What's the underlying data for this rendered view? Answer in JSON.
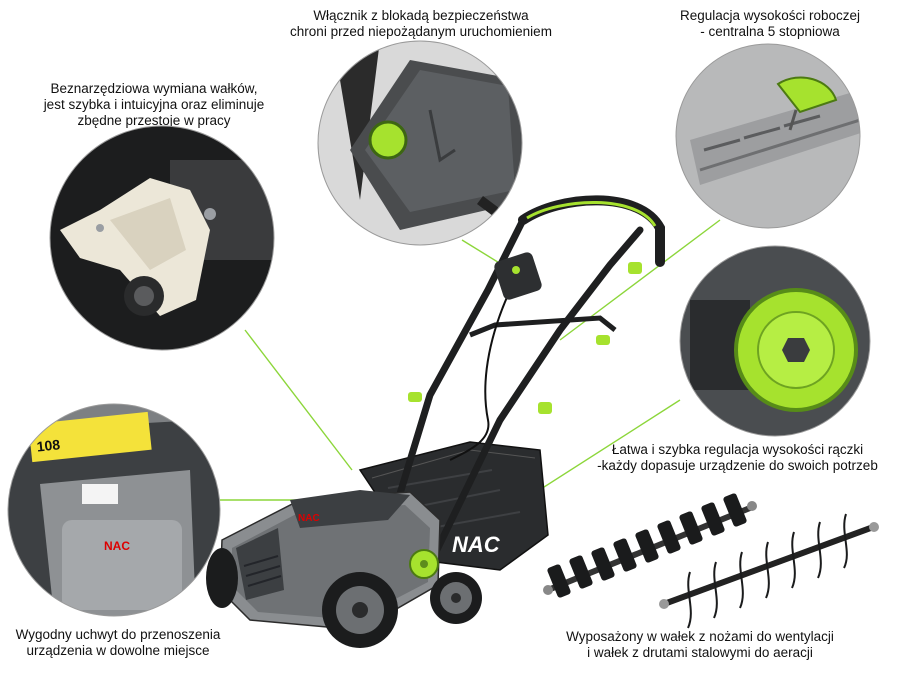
{
  "captions": {
    "switch": {
      "line1": "Włącznik z blokadą bezpieczeństwa",
      "line2": "chroni przed niepożądanym uruchomieniem"
    },
    "height_adjust": {
      "line1": "Regulacja wysokości roboczej",
      "line2": "- centralna 5 stopniowa"
    },
    "roller_change": {
      "line1": "Beznarzędziowa wymiana wałków,",
      "line2": "jest szybka i intuicyjna oraz eliminuje",
      "line3": "zbędne przestoje w pracy"
    },
    "handle_adjust": {
      "line1": "Łatwa i szybka regulacja wysokości rączki",
      "line2": "-każdy dopasuje urządzenie do swoich potrzeb"
    },
    "carry_handle": {
      "line1": "Wygodny uchwyt do przenoszenia",
      "line2": "urządzenia w dowolne miejsce"
    },
    "rollers": {
      "line1": "Wyposażony w wałek z nożami  do wentylacji",
      "line2": "i wałek z drutami stalowymi do aeracji"
    }
  },
  "brand": {
    "logo_text": "NAC",
    "label_number": "108"
  },
  "colors": {
    "accent_green": "#a6e22e",
    "leader_line": "#8cd63a",
    "body_dark": "#3c3f42",
    "body_grey": "#8a8d90"
  }
}
